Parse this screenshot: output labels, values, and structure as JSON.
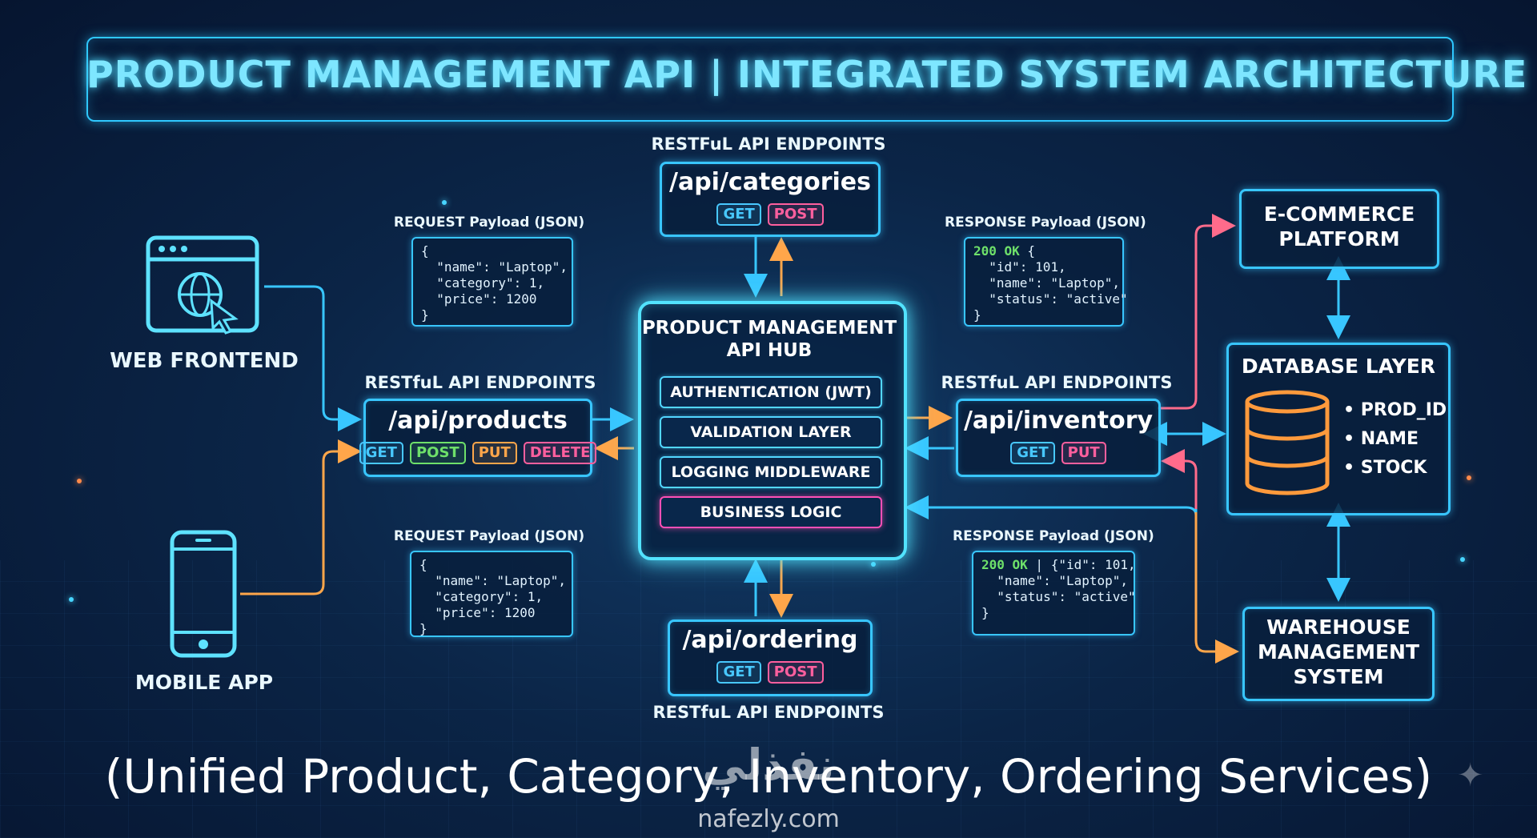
{
  "title": "PRODUCT MANAGEMENT API | INTEGRATED SYSTEM ARCHITECTURE",
  "subtitle": "(Unified Product, Category, Inventory, Ordering Services)",
  "watermark": {
    "arabic": "نفذلي",
    "url": "nafezly.com"
  },
  "clients": {
    "web": {
      "label": "WEB FRONTEND",
      "icon": "browser-globe-cursor-icon"
    },
    "mobile": {
      "label": "MOBILE APP",
      "icon": "smartphone-icon"
    }
  },
  "endpoints": {
    "section_label": "RESTfuL API ENDPOINTS",
    "products": {
      "heading": "RESTfuL API ENDPOINTS",
      "path": "/api/products",
      "methods": [
        "GET",
        "POST",
        "PUT",
        "DELETE"
      ]
    },
    "categories": {
      "heading": "RESTFuL API ENDPOINTS",
      "path": "/api/categories",
      "methods": [
        "GET",
        "POST"
      ]
    },
    "inventory": {
      "heading": "RESTfuL API ENDPOINTS",
      "path": "/api/inventory",
      "methods": [
        "GET",
        "PUT"
      ]
    },
    "ordering": {
      "heading": "RESTfuL API ENDPOINTS",
      "path": "/api/ordering",
      "methods": [
        "GET",
        "POST"
      ]
    }
  },
  "payloads": {
    "request_top": {
      "label": "REQUEST Payload (JSON)",
      "lines": [
        "{",
        "  \"name\": \"Laptop\",",
        "  \"category\": 1,",
        "  \"price\": 1200",
        "}"
      ]
    },
    "request_bottom": {
      "label": "REQUEST Payload (JSON)",
      "lines": [
        "{",
        "  \"name\": \"Laptop\",",
        "  \"category\": 1,",
        "  \"price\": 1200",
        "}"
      ]
    },
    "response_top": {
      "label": "RESPONSE Payload (JSON)",
      "status": "200 OK",
      "first": " {",
      "lines": [
        "  \"id\": 101,",
        "  \"name\": \"Laptop\",",
        "  \"status\": \"active\"",
        "}"
      ]
    },
    "response_bottom": {
      "label": "RESPONSE Payload (JSON)",
      "status": "200 OK",
      "first": " | {\"id\": 101,",
      "lines": [
        "  \"name\": \"Laptop\",",
        "  \"status\": \"active\"",
        "}"
      ]
    }
  },
  "hub": {
    "title": "PRODUCT MANAGEMENT\nAPI HUB",
    "modules": [
      "AUTHENTICATION (JWT)",
      "VALIDATION LAYER",
      "LOGGING MIDDLEWARE",
      "BUSINESS LOGIC"
    ]
  },
  "systems": {
    "ecommerce": "E-COMMERCE\nPLATFORM",
    "database": {
      "title": "DATABASE LAYER",
      "icon": "database-cylinder-icon",
      "fields": [
        "• PROD_ID",
        "• NAME",
        "• STOCK"
      ]
    },
    "warehouse": "WAREHOUSE\nMANAGEMENT\nSYSTEM"
  },
  "colors": {
    "cyan": "#38c6ff",
    "orange": "#ffa64a",
    "pink": "#ff5f9e",
    "green": "#6ee06a"
  }
}
